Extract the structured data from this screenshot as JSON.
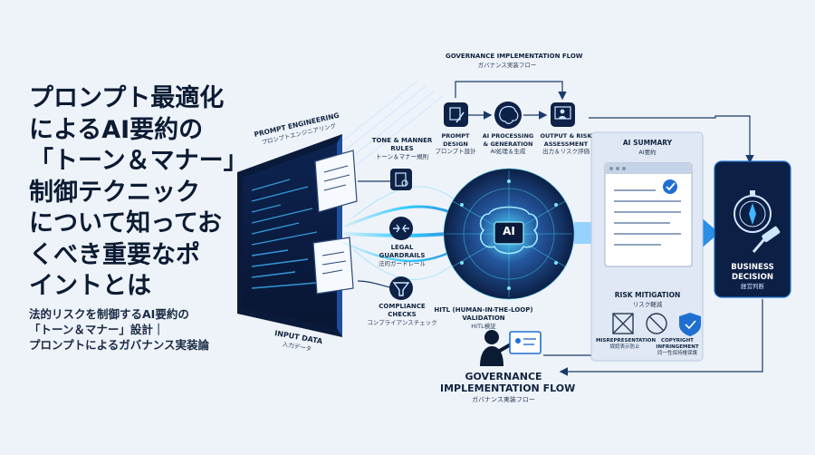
{
  "headline": {
    "lines": [
      "プロンプト最適化",
      "によるAI要約の",
      "「トーン＆マナー」",
      "制御テクニック",
      "について知ってお",
      "くべき重要なポ",
      "イントとは"
    ]
  },
  "subtitle": {
    "lines": [
      "法的リスクを制御するAI要約の",
      "「トーン＆マナー」設計｜",
      "プロンプトによるガバナンス実装論"
    ]
  },
  "diagram": {
    "gov_top": {
      "en": "GOVERNANCE IMPLEMENTATION FLOW",
      "jp": "ガバナンス実装フロー"
    },
    "prompt_engineering": {
      "en": "PROMPT ENGINEERING",
      "jp": "プロンプトエンジニアリング"
    },
    "input_data": {
      "en": "INPUT DATA",
      "jp": "入力データ"
    },
    "tone": {
      "en1": "TONE & MANNER",
      "en2": "RULES",
      "jp": "トーン＆マナー規則"
    },
    "legal": {
      "en1": "LEGAL",
      "en2": "GUARDRAILS",
      "jp": "法的ガードレール"
    },
    "compliance": {
      "en1": "COMPLIANCE",
      "en2": "CHECKS",
      "jp": "コンプライアンスチェック"
    },
    "step_design": {
      "en1": "PROMPT",
      "en2": "DESIGN",
      "jp": "プロンプト設計"
    },
    "step_ai": {
      "en1": "AI PROCESSING",
      "en2": "& GENERATION",
      "jp": "AI処理＆生成"
    },
    "step_output": {
      "en1": "OUTPUT & RISK",
      "en2": "ASSESSMENT",
      "jp": "出力＆リスク評価"
    },
    "ai_core": "AI",
    "hitl": {
      "en1": "HITL (HUMAN-IN-THE-LOOP)",
      "en2": "VALIDATION",
      "jp": "HITL検証"
    },
    "gov_bottom": {
      "en1": "GOVERNANCE",
      "en2": "IMPLEMENTATION FLOW",
      "jp": "ガバナンス実装フロー"
    },
    "ai_summary": {
      "en": "AI SUMMARY",
      "jp": "AI要約"
    },
    "risk": {
      "en": "RISK MITIGATION",
      "jp": "リスク軽減"
    },
    "misrep": {
      "en": "MISREPRESENTATION",
      "jp": "誤認表示防止"
    },
    "copyright": {
      "en1": "COPYRIGHT",
      "en2": "INFRINGEMENT",
      "jp": "同一性保持権保護"
    },
    "business": {
      "en1": "BUSINESS",
      "en2": "DECISION",
      "jp": "経営判断"
    }
  },
  "colors": {
    "navy": "#0b1b33",
    "cyan": "#19c7ff",
    "blue": "#1f6fd1",
    "panel": "#dfe8f4"
  },
  "icons": [
    "document-icon",
    "search-icon",
    "merge-arrows-icon",
    "filter-icon",
    "pen-icon",
    "brain-icon",
    "person-monitor-icon",
    "checkmark-icon",
    "shield-icon",
    "compass-icon",
    "gavel-icon",
    "cancel-icon",
    "human-icon"
  ]
}
